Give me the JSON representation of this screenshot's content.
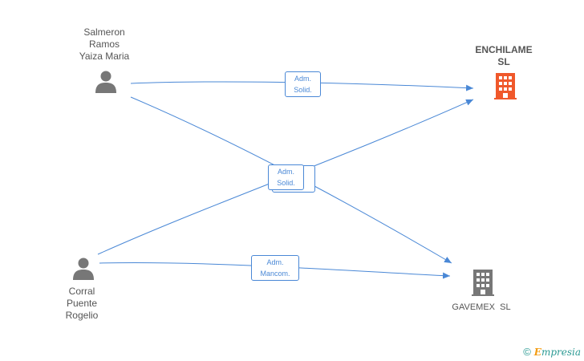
{
  "persons": [
    {
      "id": "salmeron",
      "name_lines": [
        "Salmeron",
        "Ramos",
        "Yaiza Maria"
      ]
    },
    {
      "id": "corral",
      "name_lines": [
        "Corral",
        "Puente",
        "Rogelio"
      ]
    }
  ],
  "companies": [
    {
      "id": "enchilame",
      "name_lines": [
        "ENCHILAME",
        "SL"
      ],
      "color": "#f0582b"
    },
    {
      "id": "gavemex",
      "name_lines": [
        "GAVEMEX  SL"
      ],
      "color": "#777777"
    }
  ],
  "edges": [
    {
      "from": "salmeron",
      "to": "enchilame",
      "label_lines": [
        "Adm.",
        "Solid."
      ]
    },
    {
      "from": "salmeron",
      "to": "gavemex",
      "label_lines": [
        "Adm.",
        "Solid."
      ]
    },
    {
      "from": "corral",
      "to": "enchilame",
      "label_lines": [
        "Adm.",
        "Solid."
      ]
    },
    {
      "from": "corral",
      "to": "gavemex",
      "label_lines": [
        "Adm.",
        "Mancom."
      ]
    }
  ],
  "footer": {
    "copyright": "©",
    "brand_initial": "E",
    "brand_rest": "mpresia"
  },
  "colors": {
    "edge": "#4a88d6",
    "person_icon": "#777777"
  }
}
